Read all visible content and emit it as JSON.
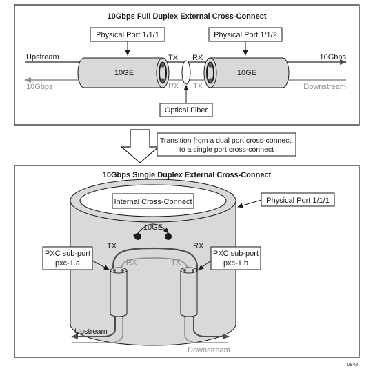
{
  "top_panel": {
    "title": "10Gbps Full Duplex External Cross-Connect",
    "port_left_label": "Physical Port 1/1/1",
    "port_right_label": "Physical Port 1/1/2",
    "left_cylinder_label": "10GE",
    "right_cylinder_label": "10GE",
    "upstream_label": "Upstream",
    "rate_right_label": "10Gbps",
    "rate_left_label": "10Gbps",
    "downstream_label": "Downstream",
    "tx_left": "TX",
    "rx_right": "RX",
    "rx_left": "RX",
    "tx_right": "TX",
    "fiber_label": "Optical Fiber"
  },
  "transition": {
    "line1": "Transition from a dual port cross-connect,",
    "line2": "to a single port cross-connect"
  },
  "bottom_panel": {
    "title": "10Gbps Single Duplex External Cross-Connect",
    "internal_label": "Internal Cross-Connect",
    "port_label": "Physical Port 1/1/1",
    "loop_label": "10GE",
    "sub_left_line1": "PXC sub-port",
    "sub_left_line2": "pxc-1.a",
    "sub_right_line1": "PXC sub-port",
    "sub_right_line2": "pxc-1.b",
    "tx_outer": "TX",
    "rx_outer": "RX",
    "rx_inner": "RX",
    "tx_inner": "TX",
    "upstream_label": "Upstream",
    "downstream_label": "Downstream"
  },
  "figure_id": "0943",
  "colors": {
    "cylinder_fill": "#d9d9d9",
    "stroke": "#1a1a1a",
    "grey_line": "#8c8c8c",
    "dark_line": "#4d4d4d"
  }
}
